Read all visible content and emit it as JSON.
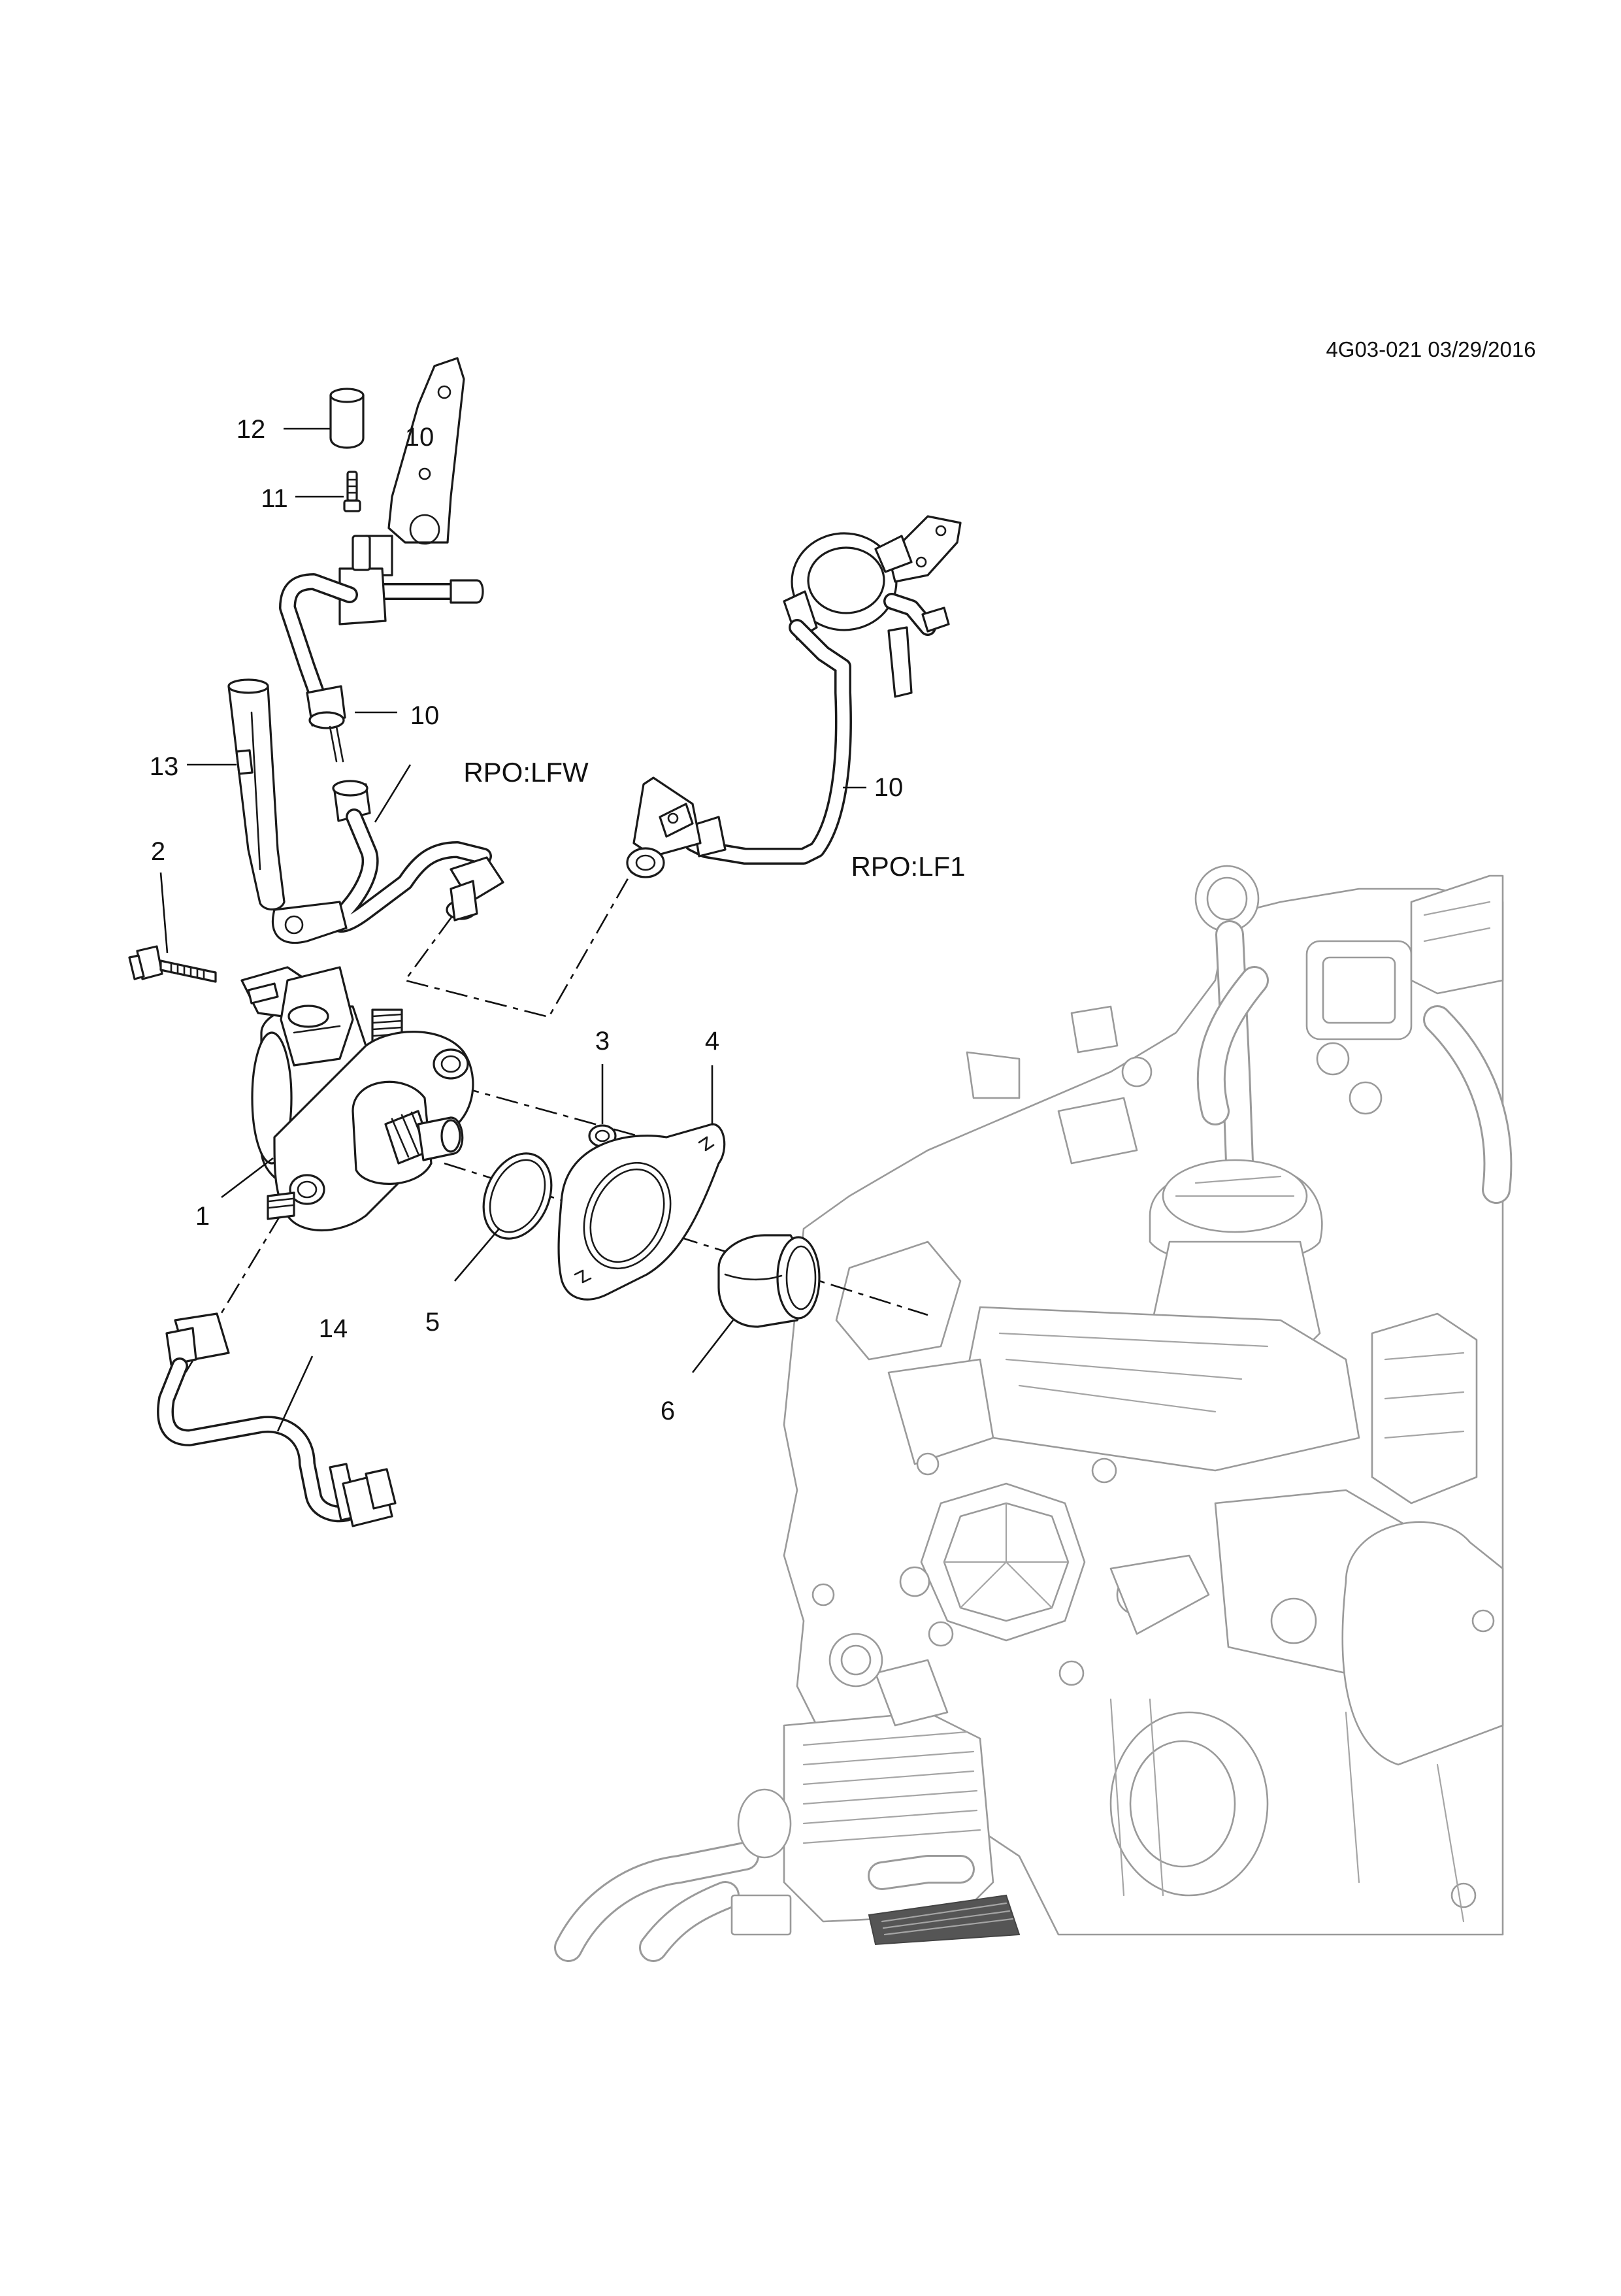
{
  "diagram": {
    "reference": "4G03-021 03/29/2016",
    "variants": {
      "lfw": "RPO:LFW",
      "lf1": "RPO:LF1"
    },
    "callouts": {
      "c1": "1",
      "c2": "2",
      "c3": "3",
      "c4": "4",
      "c5": "5",
      "c6": "6",
      "c10a": "10",
      "c10b": "10",
      "c10c": "10",
      "c11": "11",
      "c12": "12",
      "c13": "13",
      "c14": "14"
    }
  }
}
